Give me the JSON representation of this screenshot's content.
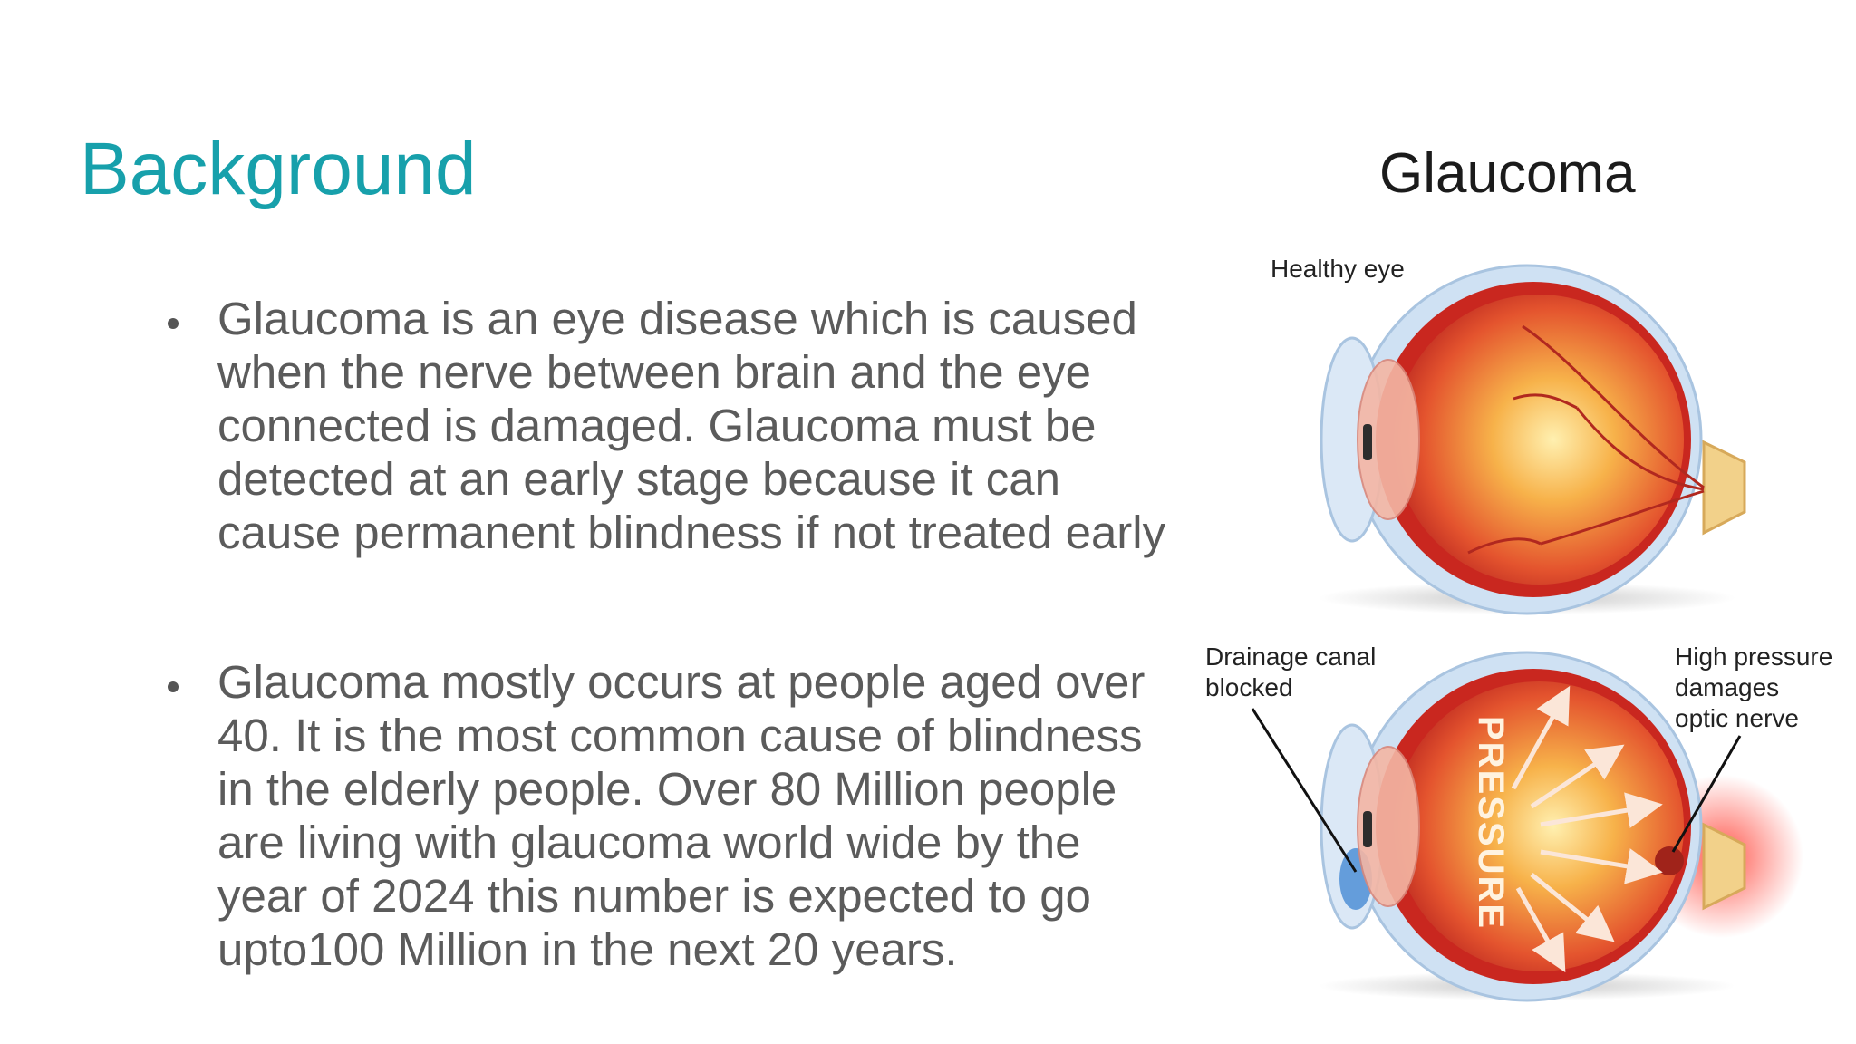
{
  "slide": {
    "title": "Background",
    "bullets": [
      "Glaucoma is an eye disease which is caused\n when the nerve between brain and the eye\nconnected is damaged. Glaucoma must be\ndetected at an early stage because it can\ncause permanent blindness if not treated early",
      "Glaucoma mostly occurs at people aged over\n40. It is the most common cause of blindness\nin the elderly people. Over 80 Million people\nare living with glaucoma world wide by the\nyear of 2024 this number is expected to go\nupto100 Million in the next 20 years."
    ]
  },
  "figure": {
    "title": "Glaucoma",
    "healthy_label": "Healthy eye",
    "drainage_label_line1": "Drainage canal",
    "drainage_label_line2": "blocked",
    "pressure_label_line1": "High pressure",
    "pressure_label_line2": "damages",
    "pressure_label_line3": "optic nerve",
    "pressure_word": "PRESSURE"
  },
  "colors": {
    "title": "#17a0ab",
    "body_text": "#5b5b5b",
    "eye_outer": "#c9dcef",
    "eye_inner": "#d8312a",
    "eye_core": "#f7b24a"
  }
}
